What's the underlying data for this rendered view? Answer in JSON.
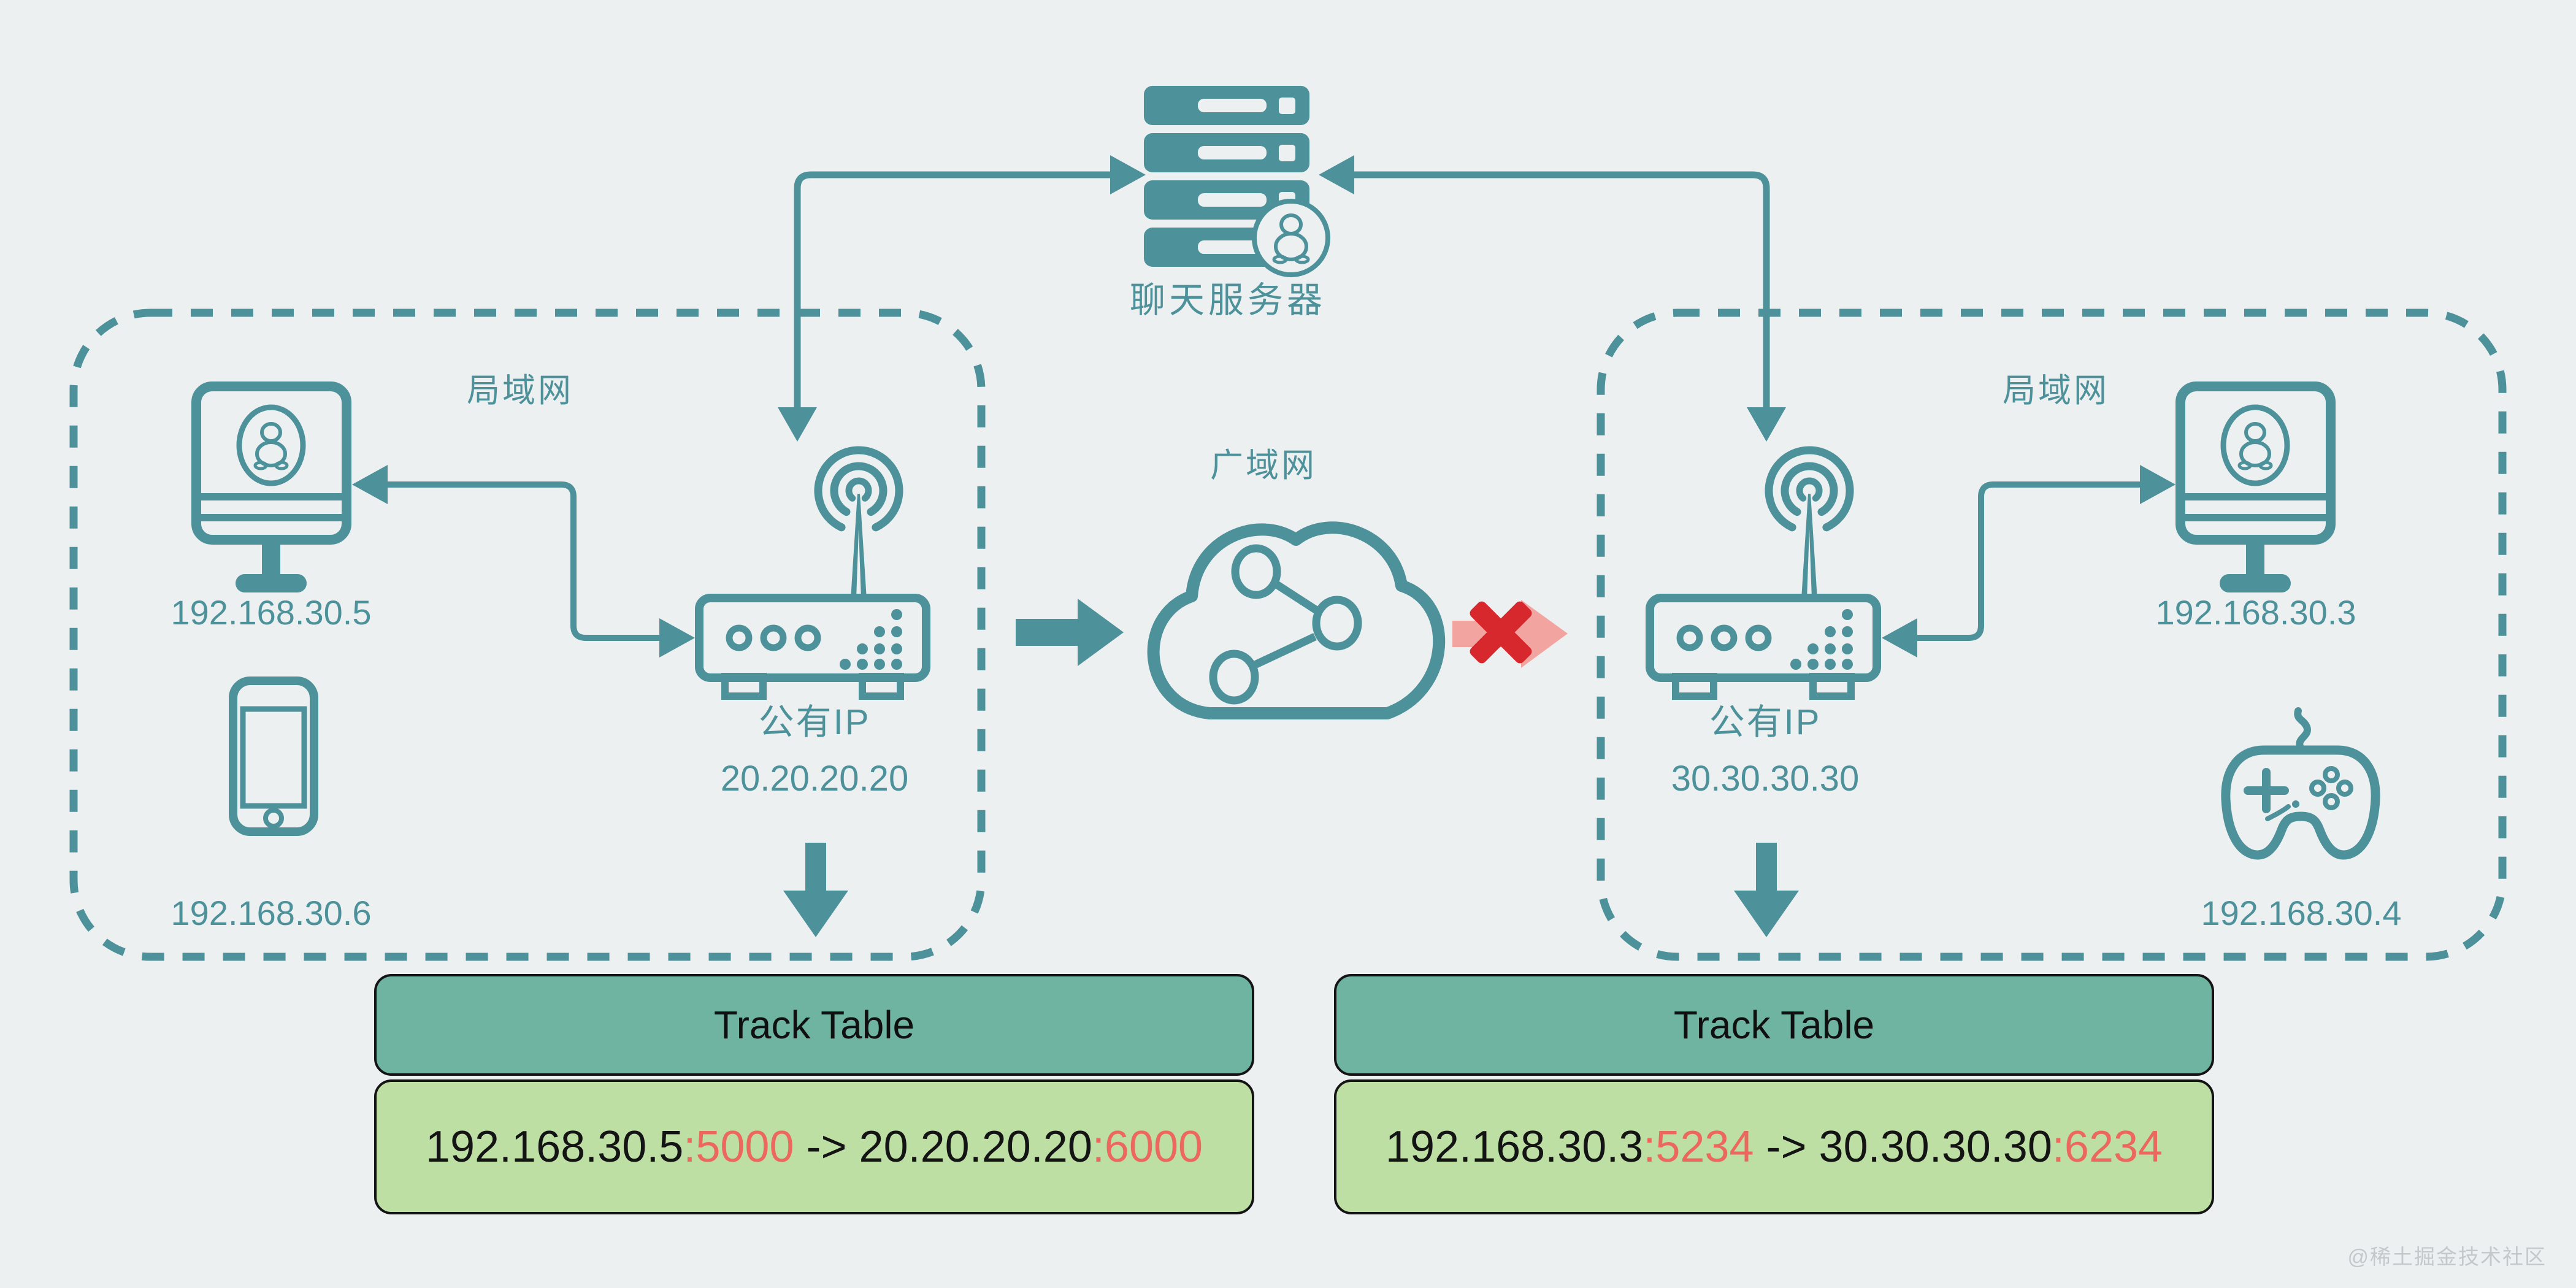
{
  "palette": {
    "background": "#edf0f1",
    "teal": "#4d919a",
    "track_header_bg": "#6fb3a1",
    "track_body_bg": "#bedfa4",
    "port_red": "#ec675e",
    "cross_red": "#d7282e",
    "blocked_arrow_pink": "#f2a5a0",
    "black": "#141414"
  },
  "server": {
    "label": "聊天服务器"
  },
  "wan": {
    "label": "广域网"
  },
  "lan_left": {
    "label": "局域网",
    "pc_ip": "192.168.30.5",
    "phone_ip": "192.168.30.6",
    "router_title": "公有IP",
    "router_ip": "20.20.20.20"
  },
  "lan_right": {
    "label": "局域网",
    "pc_ip": "192.168.30.3",
    "game_ip": "192.168.30.4",
    "router_title": "公有IP",
    "router_ip": "30.30.30.30"
  },
  "track_left": {
    "title": "Track Table",
    "src_ip": "192.168.30.5",
    "src_port": ":5000",
    "arrow": "->",
    "dst_ip": "20.20.20.20",
    "dst_port": ":6000"
  },
  "track_right": {
    "title": "Track Table",
    "src_ip": "192.168.30.3",
    "src_port": ":5234",
    "arrow": "->",
    "dst_ip": "30.30.30.30",
    "dst_port": ":6234"
  },
  "watermark": {
    "text": "@稀土掘金技术社区"
  }
}
